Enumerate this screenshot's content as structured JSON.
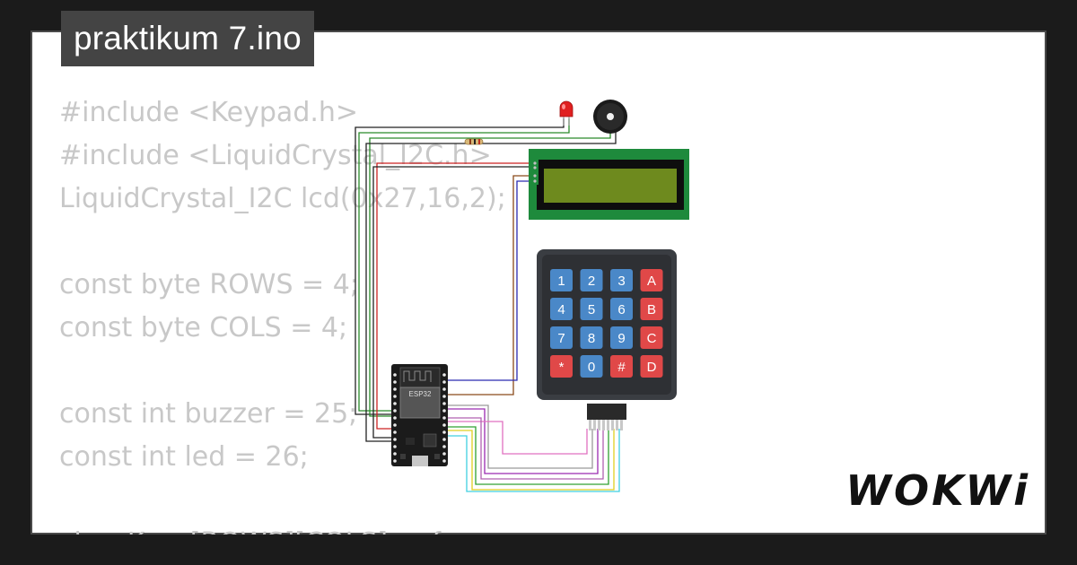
{
  "project": {
    "title": "praktikum 7.ino"
  },
  "code_lines": [
    "#include <Keypad.h>",
    "#include <LiquidCrystal_I2C.h>",
    "LiquidCrystal_I2C lcd(0x27,16,2);",
    "",
    "const byte ROWS = 4;",
    "const byte COLS = 4;",
    "",
    "const int buzzer = 25;",
    "const int led = 26;",
    "",
    "char Keys[ROWS][COLS] = {"
  ],
  "board": {
    "label": "ESP32"
  },
  "keypad": {
    "keys": [
      [
        "1",
        "2",
        "3",
        "A"
      ],
      [
        "4",
        "5",
        "6",
        "B"
      ],
      [
        "7",
        "8",
        "9",
        "C"
      ],
      [
        "*",
        "0",
        "#",
        "D"
      ]
    ]
  },
  "brand": {
    "logo": "WOKWi"
  },
  "colors": {
    "background": "#1b1b1b",
    "card": "#ffffff",
    "title_tab": "#444444",
    "code_text": "#c8c8c8",
    "lcd_pcb": "#1e8a3c",
    "lcd_screen": "#6e8a1e",
    "keypad_body": "#3a3d42",
    "key_blue": "#4a88c8",
    "key_red": "#e04848"
  }
}
